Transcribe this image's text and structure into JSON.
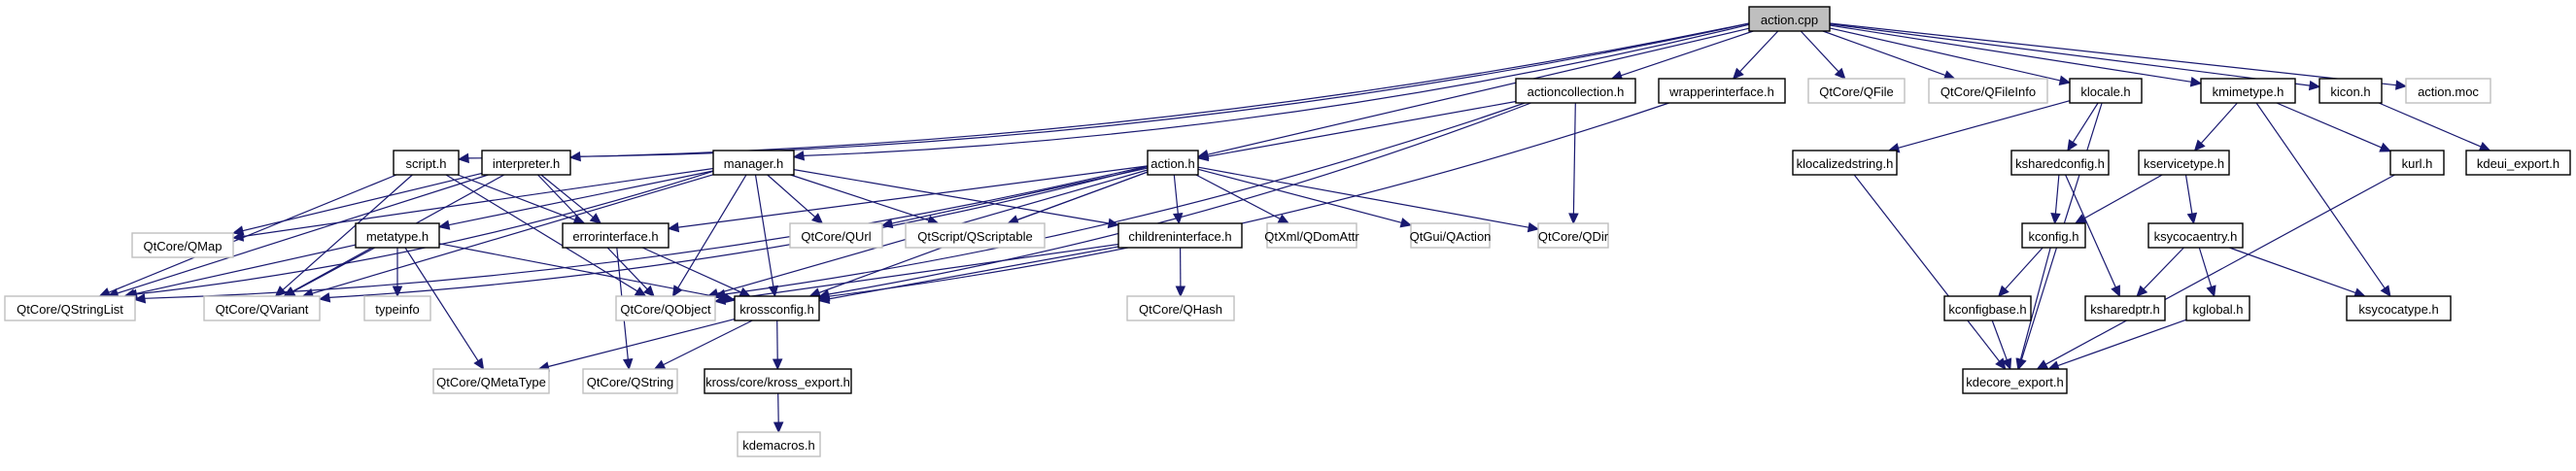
{
  "title": "action.cpp include dependency graph",
  "colors": {
    "edge": "#191970",
    "root_fill": "#bfbfbf",
    "node_border": "#000000",
    "external_border": "#bfbfbf"
  },
  "nodes": [
    {
      "id": "action_cpp",
      "label": "action.cpp",
      "kind": "root"
    },
    {
      "id": "script_h",
      "label": "script.h",
      "kind": "doc"
    },
    {
      "id": "interpreter_h",
      "label": "interpreter.h",
      "kind": "doc"
    },
    {
      "id": "manager_h",
      "label": "manager.h",
      "kind": "doc"
    },
    {
      "id": "action_h",
      "label": "action.h",
      "kind": "doc"
    },
    {
      "id": "actioncollection_h",
      "label": "actioncollection.h",
      "kind": "doc"
    },
    {
      "id": "wrapperinterface_h",
      "label": "wrapperinterface.h",
      "kind": "doc"
    },
    {
      "id": "qfile",
      "label": "QtCore/QFile",
      "kind": "ext"
    },
    {
      "id": "qfileinfo",
      "label": "QtCore/QFileInfo",
      "kind": "ext"
    },
    {
      "id": "klocale_h",
      "label": "klocale.h",
      "kind": "doc"
    },
    {
      "id": "kmimetype_h",
      "label": "kmimetype.h",
      "kind": "doc"
    },
    {
      "id": "kicon_h",
      "label": "kicon.h",
      "kind": "doc"
    },
    {
      "id": "action_moc",
      "label": "action.moc",
      "kind": "ext"
    },
    {
      "id": "qmap",
      "label": "QtCore/QMap",
      "kind": "ext"
    },
    {
      "id": "metatype_h",
      "label": "metatype.h",
      "kind": "doc"
    },
    {
      "id": "errorinterface_h",
      "label": "errorinterface.h",
      "kind": "doc"
    },
    {
      "id": "qurl",
      "label": "QtCore/QUrl",
      "kind": "ext"
    },
    {
      "id": "qscriptable",
      "label": "QtScript/QScriptable",
      "kind": "ext"
    },
    {
      "id": "childreninterface_h",
      "label": "childreninterface.h",
      "kind": "doc"
    },
    {
      "id": "qdomattr",
      "label": "QtXml/QDomAttr",
      "kind": "ext"
    },
    {
      "id": "qaction",
      "label": "QtGui/QAction",
      "kind": "ext"
    },
    {
      "id": "qdir",
      "label": "QtCore/QDir",
      "kind": "ext"
    },
    {
      "id": "qstringlist",
      "label": "QtCore/QStringList",
      "kind": "ext"
    },
    {
      "id": "qvariant",
      "label": "QtCore/QVariant",
      "kind": "ext"
    },
    {
      "id": "typeinfo",
      "label": "typeinfo",
      "kind": "ext"
    },
    {
      "id": "qobject",
      "label": "QtCore/QObject",
      "kind": "ext"
    },
    {
      "id": "krossconfig_h",
      "label": "krossconfig.h",
      "kind": "doc"
    },
    {
      "id": "qhash",
      "label": "QtCore/QHash",
      "kind": "ext"
    },
    {
      "id": "qmetatype",
      "label": "QtCore/QMetaType",
      "kind": "ext"
    },
    {
      "id": "qstring",
      "label": "QtCore/QString",
      "kind": "ext"
    },
    {
      "id": "kross_export_h",
      "label": "kross/core/kross_export.h",
      "kind": "doc"
    },
    {
      "id": "kdemacros_h",
      "label": "kdemacros.h",
      "kind": "ext"
    },
    {
      "id": "klocalizedstring_h",
      "label": "klocalizedstring.h",
      "kind": "doc"
    },
    {
      "id": "ksharedconfig_h",
      "label": "ksharedconfig.h",
      "kind": "doc"
    },
    {
      "id": "kservicetype_h",
      "label": "kservicetype.h",
      "kind": "doc"
    },
    {
      "id": "kurl_h",
      "label": "kurl.h",
      "kind": "doc"
    },
    {
      "id": "kdeui_export_h",
      "label": "kdeui_export.h",
      "kind": "doc"
    },
    {
      "id": "kconfig_h",
      "label": "kconfig.h",
      "kind": "doc"
    },
    {
      "id": "ksycocaentry_h",
      "label": "ksycocaentry.h",
      "kind": "doc"
    },
    {
      "id": "kconfigbase_h",
      "label": "kconfigbase.h",
      "kind": "doc"
    },
    {
      "id": "ksharedptr_h",
      "label": "ksharedptr.h",
      "kind": "doc"
    },
    {
      "id": "kglobal_h",
      "label": "kglobal.h",
      "kind": "doc"
    },
    {
      "id": "ksycocatype_h",
      "label": "ksycocatype.h",
      "kind": "doc"
    },
    {
      "id": "kdecore_export_h",
      "label": "kdecore_export.h",
      "kind": "doc"
    }
  ],
  "edges": [
    [
      "action_cpp",
      "script_h"
    ],
    [
      "action_cpp",
      "interpreter_h"
    ],
    [
      "action_cpp",
      "manager_h"
    ],
    [
      "action_cpp",
      "action_h"
    ],
    [
      "action_cpp",
      "actioncollection_h"
    ],
    [
      "action_cpp",
      "wrapperinterface_h"
    ],
    [
      "action_cpp",
      "qfile"
    ],
    [
      "action_cpp",
      "qfileinfo"
    ],
    [
      "action_cpp",
      "klocale_h"
    ],
    [
      "action_cpp",
      "kmimetype_h"
    ],
    [
      "action_cpp",
      "kicon_h"
    ],
    [
      "action_cpp",
      "action_moc"
    ],
    [
      "script_h",
      "errorinterface_h"
    ],
    [
      "script_h",
      "qobject"
    ],
    [
      "script_h",
      "qstringlist"
    ],
    [
      "script_h",
      "qvariant"
    ],
    [
      "interpreter_h",
      "errorinterface_h"
    ],
    [
      "interpreter_h",
      "qobject"
    ],
    [
      "interpreter_h",
      "qstringlist"
    ],
    [
      "interpreter_h",
      "qvariant"
    ],
    [
      "interpreter_h",
      "qmap"
    ],
    [
      "manager_h",
      "qobject"
    ],
    [
      "manager_h",
      "qurl"
    ],
    [
      "manager_h",
      "qscriptable"
    ],
    [
      "manager_h",
      "krossconfig_h"
    ],
    [
      "manager_h",
      "childreninterface_h"
    ],
    [
      "manager_h",
      "metatype_h"
    ],
    [
      "manager_h",
      "qmap"
    ],
    [
      "manager_h",
      "qstringlist"
    ],
    [
      "manager_h",
      "qvariant"
    ],
    [
      "action_h",
      "errorinterface_h"
    ],
    [
      "action_h",
      "childreninterface_h"
    ],
    [
      "action_h",
      "qdomattr"
    ],
    [
      "action_h",
      "qaction"
    ],
    [
      "action_h",
      "qdir"
    ],
    [
      "action_h",
      "qurl"
    ],
    [
      "action_h",
      "qscriptable"
    ],
    [
      "action_h",
      "qobject"
    ],
    [
      "action_h",
      "krossconfig_h"
    ],
    [
      "action_h",
      "qvariant"
    ],
    [
      "action_h",
      "qstringlist"
    ],
    [
      "actioncollection_h",
      "action_h"
    ],
    [
      "actioncollection_h",
      "qdir"
    ],
    [
      "actioncollection_h",
      "krossconfig_h"
    ],
    [
      "actioncollection_h",
      "qobject"
    ],
    [
      "wrapperinterface_h",
      "krossconfig_h"
    ],
    [
      "metatype_h",
      "qstringlist"
    ],
    [
      "metatype_h",
      "qvariant"
    ],
    [
      "metatype_h",
      "typeinfo"
    ],
    [
      "metatype_h",
      "qmetatype"
    ],
    [
      "metatype_h",
      "krossconfig_h"
    ],
    [
      "errorinterface_h",
      "qstring"
    ],
    [
      "errorinterface_h",
      "krossconfig_h"
    ],
    [
      "childreninterface_h",
      "qhash"
    ],
    [
      "childreninterface_h",
      "qobject"
    ],
    [
      "childreninterface_h",
      "krossconfig_h"
    ],
    [
      "krossconfig_h",
      "qmetatype"
    ],
    [
      "krossconfig_h",
      "qstring"
    ],
    [
      "krossconfig_h",
      "kross_export_h"
    ],
    [
      "kross_export_h",
      "kdemacros_h"
    ],
    [
      "klocale_h",
      "klocalizedstring_h"
    ],
    [
      "klocale_h",
      "ksharedconfig_h"
    ],
    [
      "klocale_h",
      "kdecore_export_h"
    ],
    [
      "klocalizedstring_h",
      "kdecore_export_h"
    ],
    [
      "ksharedconfig_h",
      "kconfig_h"
    ],
    [
      "ksharedconfig_h",
      "ksharedptr_h"
    ],
    [
      "kmimetype_h",
      "kservicetype_h"
    ],
    [
      "kmimetype_h",
      "kurl_h"
    ],
    [
      "kmimetype_h",
      "ksycocatype_h"
    ],
    [
      "kservicetype_h",
      "kconfig_h"
    ],
    [
      "kservicetype_h",
      "ksycocaentry_h"
    ],
    [
      "kconfig_h",
      "kconfigbase_h"
    ],
    [
      "kconfig_h",
      "kdecore_export_h"
    ],
    [
      "kconfigbase_h",
      "kdecore_export_h"
    ],
    [
      "ksycocaentry_h",
      "ksharedptr_h"
    ],
    [
      "ksycocaentry_h",
      "kglobal_h"
    ],
    [
      "ksycocaentry_h",
      "ksycocatype_h"
    ],
    [
      "kglobal_h",
      "kdecore_export_h"
    ],
    [
      "kurl_h",
      "kdecore_export_h"
    ],
    [
      "kicon_h",
      "kdeui_export_h"
    ]
  ]
}
